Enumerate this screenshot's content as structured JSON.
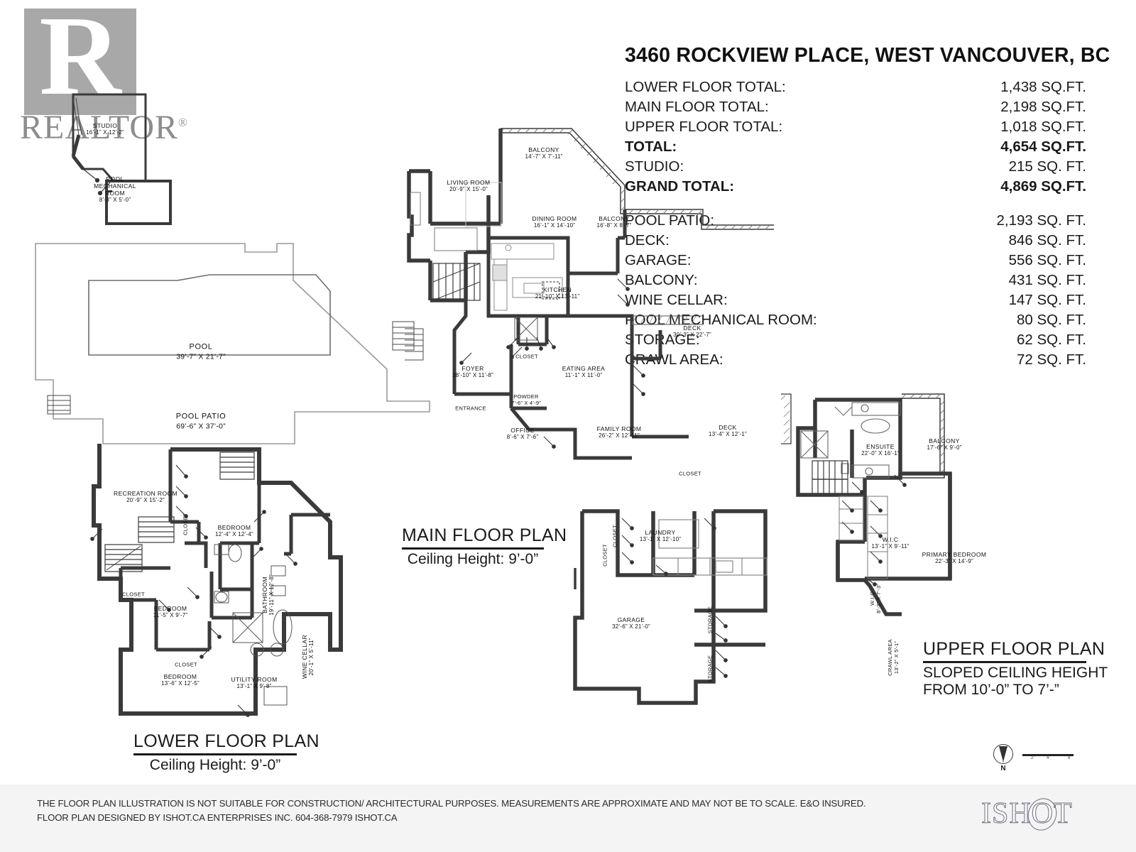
{
  "header": {
    "title": "3460 ROCKVIEW PLACE, WEST VANCOUVER, BC",
    "realtor_logo_letter": "R",
    "realtor_word": "REALTOR",
    "realtor_reg_mark": "®"
  },
  "legend_main": [
    {
      "label": "LOWER FLOOR TOTAL:",
      "value": "1,438 SQ.FT.",
      "bold": false
    },
    {
      "label": "MAIN FLOOR TOTAL:",
      "value": "2,198 SQ.FT.",
      "bold": false
    },
    {
      "label": "UPPER FLOOR TOTAL:",
      "value": "1,018 SQ.FT.",
      "bold": false
    },
    {
      "label": "TOTAL:",
      "value": "4,654 SQ.FT.",
      "bold": true
    },
    {
      "label": "STUDIO:",
      "value": "215 SQ. FT.",
      "bold": false
    },
    {
      "label": "GRAND TOTAL:",
      "value": "4,869 SQ.FT.",
      "bold": true
    }
  ],
  "legend_extra": [
    {
      "label": "POOL PATIO:",
      "value": "2,193 SQ. FT."
    },
    {
      "label": "DECK:",
      "value": "846 SQ. FT."
    },
    {
      "label": "GARAGE:",
      "value": "556 SQ. FT."
    },
    {
      "label": "BALCONY:",
      "value": "431 SQ. FT."
    },
    {
      "label": "WINE CELLAR:",
      "value": "147 SQ. FT."
    },
    {
      "label": "POOL MECHANICAL ROOM:",
      "value": "80 SQ. FT."
    },
    {
      "label": "STORAGE:",
      "value": "62 SQ. FT."
    },
    {
      "label": "CRAWL AREA:",
      "value": "72 SQ. FT."
    }
  ],
  "plans": {
    "lower": {
      "title": "LOWER FLOOR PLAN",
      "sub1": "Ceiling Height: 9’-0”"
    },
    "main": {
      "title": "MAIN FLOOR PLAN",
      "sub1": "Ceiling Height: 9’-0”"
    },
    "upper": {
      "title": "UPPER FLOOR PLAN",
      "sub1": "SLOPED CEILING HEIGHT",
      "sub2": "FROM 10’-0” TO 7’-”"
    }
  },
  "rooms": {
    "studio": {
      "name": "STUDIO",
      "dim": "16’-1” X 12’-2”"
    },
    "pool_mechanical": {
      "name": "POOL",
      "name2": "MECHANICAL",
      "name3": "ROOM",
      "dim": "8’-3” X 5’-0”"
    },
    "pool": {
      "name": "POOL",
      "dim": "39’-7” X 21’-7”"
    },
    "pool_patio": {
      "name": "POOL PATIO",
      "dim": "69’-6” X 37’-0”"
    },
    "recreation_room": {
      "name": "RECREATION ROOM",
      "dim": "20’-9” X 15’-2”"
    },
    "bedroom_1": {
      "name": "BEDROOM",
      "dim": "12’-4” X 12’-4”"
    },
    "bedroom_2": {
      "name": "BEDROOM",
      "dim": "11’-5” X 9’-7”"
    },
    "bedroom_3": {
      "name": "BEDROOM",
      "dim": "13’-6” X 12’-5”"
    },
    "bathroom": {
      "name": "BATHROOM",
      "dim": "19’-11” X 12’-8”"
    },
    "utility_room": {
      "name": "UTILITY ROOM",
      "dim": "13’-1” X 9’-8”"
    },
    "wine_cellar": {
      "name": "WINE CELLAR",
      "dim": "20’-1” X 5’-11”"
    },
    "closet_lower_a": {
      "name": "CLOSET"
    },
    "closet_lower_b": {
      "name": "CLOSET"
    },
    "closet_lower_c": {
      "name": "CLOSET"
    },
    "balcony_main_1": {
      "name": "BALCONY",
      "dim": "14’-7” X 7’-11”"
    },
    "balcony_main_2": {
      "name": "BALCONY",
      "dim": "16’-8” X 8’-7”"
    },
    "living_room": {
      "name": "LIVING ROOM",
      "dim": "20’-9” X 15’-0”"
    },
    "dining_room": {
      "name": "DINING ROOM",
      "dim": "16’-1” X 14’-10”"
    },
    "kitchen": {
      "name": "KITCHEN",
      "dim": "21’-10” X 13’-11”"
    },
    "closet_main": {
      "name": "CLOSET"
    },
    "foyer": {
      "name": "FOYER",
      "dim": "18’-10” X 11’-8”"
    },
    "entrance": {
      "name": "ENTRANCE"
    },
    "powder": {
      "name": "POWDER",
      "dim": "7’-6” X 4’-9”"
    },
    "office": {
      "name": "OFFICE",
      "dim": "8’-6” X 7’-6”"
    },
    "eating_area": {
      "name": "EATING AREA",
      "dim": "11’-1” X 11’-0”"
    },
    "family_room": {
      "name": "FAMILY ROOM",
      "dim": "26’-2” X 12’-11”"
    },
    "deck_large": {
      "name": "DECK",
      "dim": "30’-3” X 22’-7”"
    },
    "deck_small": {
      "name": "DECK",
      "dim": "13’-4” X 12’-1”"
    },
    "laundry": {
      "name": "LAUNDRY",
      "dim": "13’-1” X 12’-10”"
    },
    "closet_laundry_a": {
      "name": "CLOSET"
    },
    "closet_laundry_b": {
      "name": "CLOSET"
    },
    "closet_family": {
      "name": "CLOSET"
    },
    "garage": {
      "name": "GARAGE",
      "dim": "32’-6” X 21’-0”"
    },
    "storage_a": {
      "name": "STORAGE"
    },
    "storage_b": {
      "name": "STORAGE"
    },
    "ensuite": {
      "name": "ENSUITE",
      "dim": "22’-0” X 16’-1”"
    },
    "balcony_upper": {
      "name": "BALCONY",
      "dim": "17’-6” X 9’-0”"
    },
    "wic_1": {
      "name": "W.I.C",
      "dim": "13’-1” X 9’-11”"
    },
    "wic_2": {
      "name": "W.I.C",
      "dim": "8’-3” X 7’-3”"
    },
    "primary_bedroom": {
      "name": "PRIMARY BEDROOM",
      "dim": "22’-3” X 14’-9”"
    },
    "crawl_area": {
      "name": "CRAWL AREA",
      "dim": "13’-2” X 5’-1”"
    }
  },
  "compass": {
    "north_label": "N"
  },
  "scale": {
    "t1": "2’",
    "t2": "4’",
    "t3": "8’"
  },
  "footer": {
    "line1": "THE FLOOR PLAN ILLUSTRATION IS NOT SUITABLE FOR CONSTRUCTION/ ARCHITECTURAL PURPOSES. MEASUREMENTS ARE APPROXIMATE AND MAY NOT BE TO SCALE. E&O INSURED.",
    "line2": "FLOOR PLAN DESIGNED BY ISHOT.CA ENTERPRISES INC. 604-368-7979  ISHOT.CA",
    "logo": "ISHOT"
  }
}
